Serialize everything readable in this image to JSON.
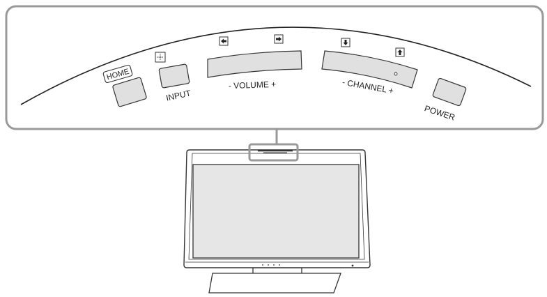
{
  "labels": {
    "home": "HOME",
    "input": "INPUT",
    "volume": "- VOLUME +",
    "channel": "- CHANNEL +",
    "power": "POWER"
  },
  "icons": {
    "input": "input-cross-icon",
    "volume_down": "arrow-left-icon",
    "volume_up": "arrow-right-icon",
    "channel_down": "arrow-down-icon",
    "channel_up": "arrow-up-icon"
  },
  "colors": {
    "button_fill": "#e0e0e0",
    "screen_fill": "#e6e6e6",
    "outline": "#333333",
    "callout": "#999999"
  }
}
